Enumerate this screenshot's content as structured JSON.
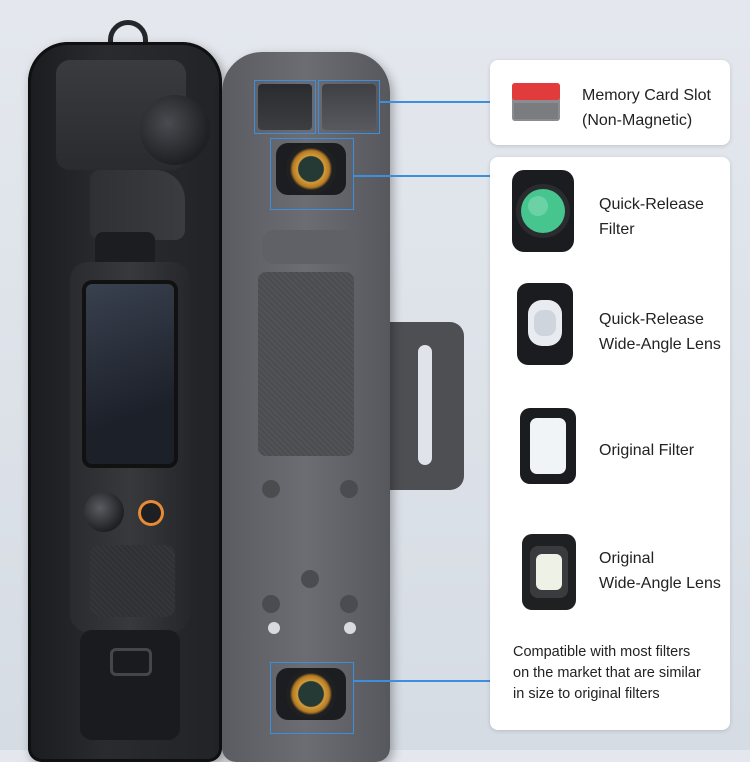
{
  "memory_panel": {
    "title_line1": "Memory Card Slot",
    "title_line2": "(Non-Magnetic)"
  },
  "accessories": [
    {
      "label_line1": "Quick-Release",
      "label_line2": "Filter",
      "icon": "quick-release-filter-icon"
    },
    {
      "label_line1": "Quick-Release",
      "label_line2": "Wide-Angle Lens",
      "icon": "quick-release-wide-angle-lens-icon"
    },
    {
      "label_line1": "Original Filter",
      "label_line2": "",
      "icon": "original-filter-icon"
    },
    {
      "label_line1": "Original",
      "label_line2": "Wide-Angle Lens",
      "icon": "original-wide-angle-lens-icon"
    }
  ],
  "compatibility_note": {
    "line1": "Compatible with most filters",
    "line2": "on the market that are similar",
    "line3": "in size to original filters"
  },
  "colors": {
    "accent_line": "#3d8fdd",
    "sd_red": "#e23b3b",
    "filter_green": "#3fbf86",
    "record_orange": "#e98a35"
  }
}
